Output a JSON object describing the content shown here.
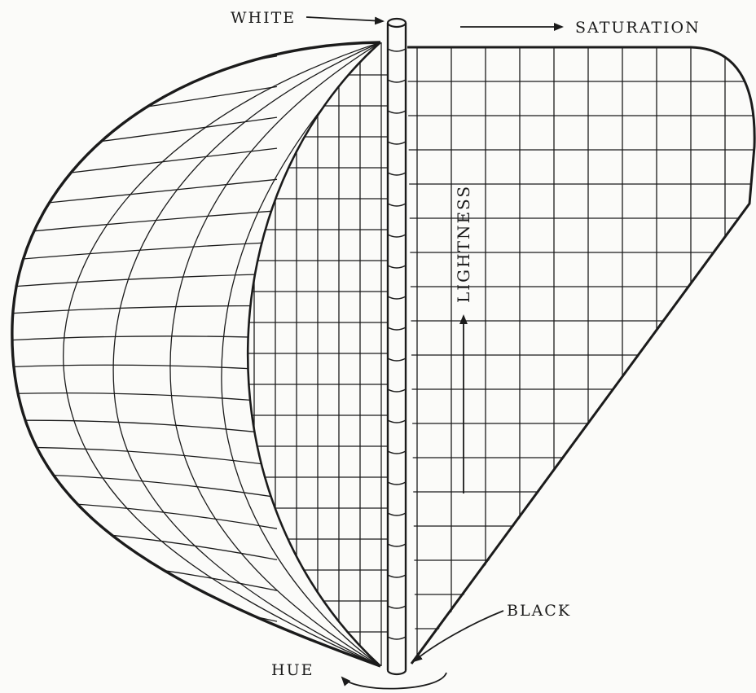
{
  "labels": {
    "white": "WHITE",
    "saturation": "SATURATION",
    "lightness": "LIGHTNESS",
    "black": "BLACK",
    "hue": "HUE"
  },
  "colors": {
    "ink": "#1b1b1b",
    "paper": "#fbfbf9"
  }
}
